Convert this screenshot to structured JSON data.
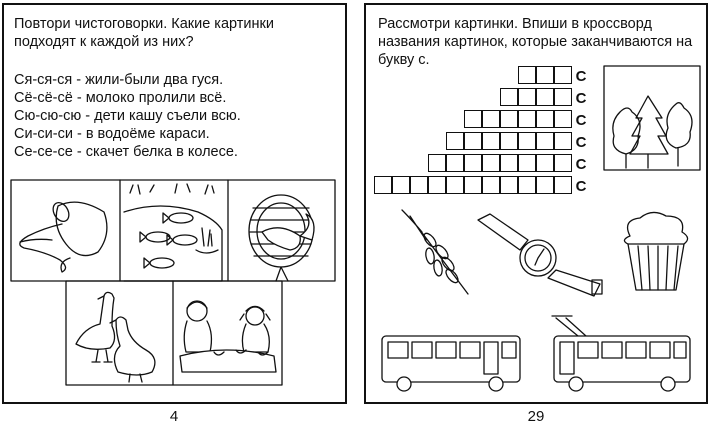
{
  "left_page": {
    "task": [
      "Повтори чистоговорки. Какие картинки",
      "подходят к каждой из них?"
    ],
    "twisters": [
      "Ся-ся-ся - жили-были два гуся.",
      "Сё-сё-сё - молоко пролили всё.",
      "Сю-сю-сю - дети кашу съели всю.",
      "Си-си-си - в водоёме караси.",
      "Се-се-се - скачет белка в колесе."
    ],
    "page_number": "4"
  },
  "right_page": {
    "task": [
      "Рассмотри картинки. Впиши в кроссворд",
      "названия картинок, которые заканчиваются на",
      "букву с."
    ],
    "crossword": {
      "letter": "С",
      "row_lengths": [
        3,
        4,
        6,
        7,
        8,
        11
      ]
    },
    "page_number": "29"
  }
}
